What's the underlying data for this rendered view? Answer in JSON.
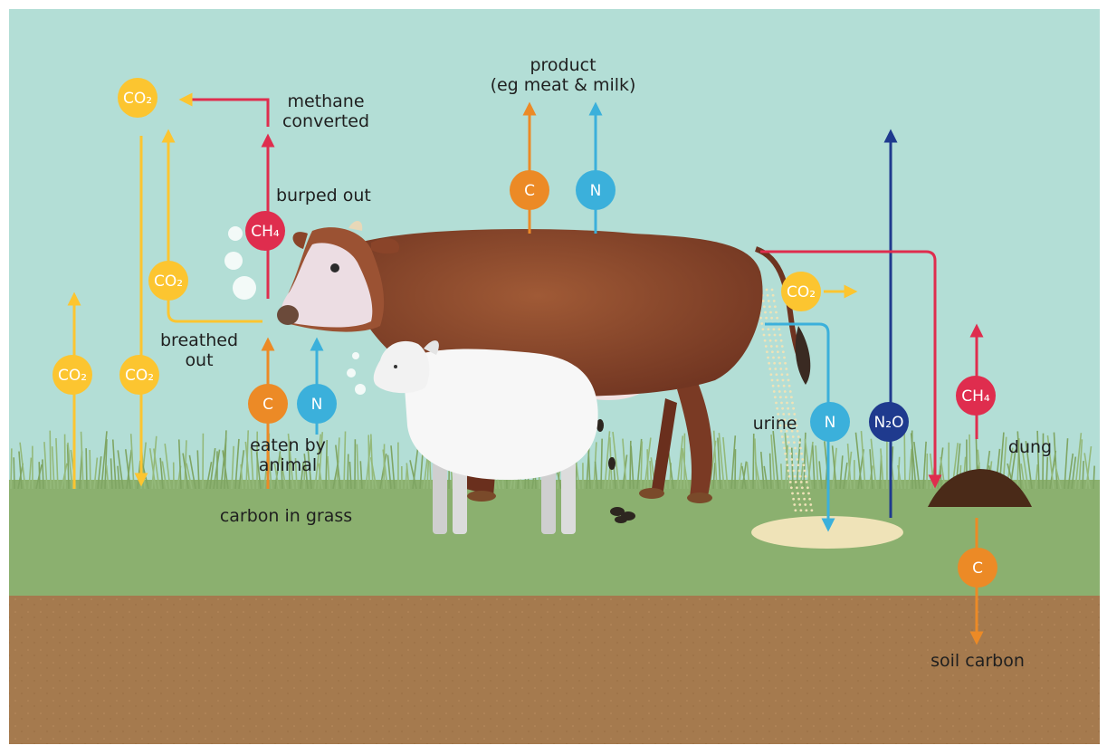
{
  "colors": {
    "sky": "#b3ded6",
    "grass": "#8bb06f",
    "soil": "#a57a4e",
    "carbon": "#ec8a26",
    "nitrogen": "#3bb0db",
    "co2": "#fcc530",
    "methane": "#df2d4e",
    "n2o": "#1f3a8e",
    "urine_pool": "#efe3b8",
    "dung": "#4a2a18"
  },
  "labels": {
    "product": "product",
    "product_sub": "(eg meat & milk)",
    "methane_converted_1": "methane",
    "methane_converted_2": "converted",
    "burped_out": "burped out",
    "breathed_out_1": "breathed",
    "breathed_out_2": "out",
    "eaten_by_animal_1": "eaten by",
    "eaten_by_animal_2": "animal",
    "carbon_in_grass": "carbon in grass",
    "urine": "urine",
    "dung": "dung",
    "soil_carbon": "soil carbon"
  },
  "badges": {
    "co2": "CO₂",
    "ch4": "CH₄",
    "c": "C",
    "n": "N",
    "n2o": "N₂O"
  }
}
